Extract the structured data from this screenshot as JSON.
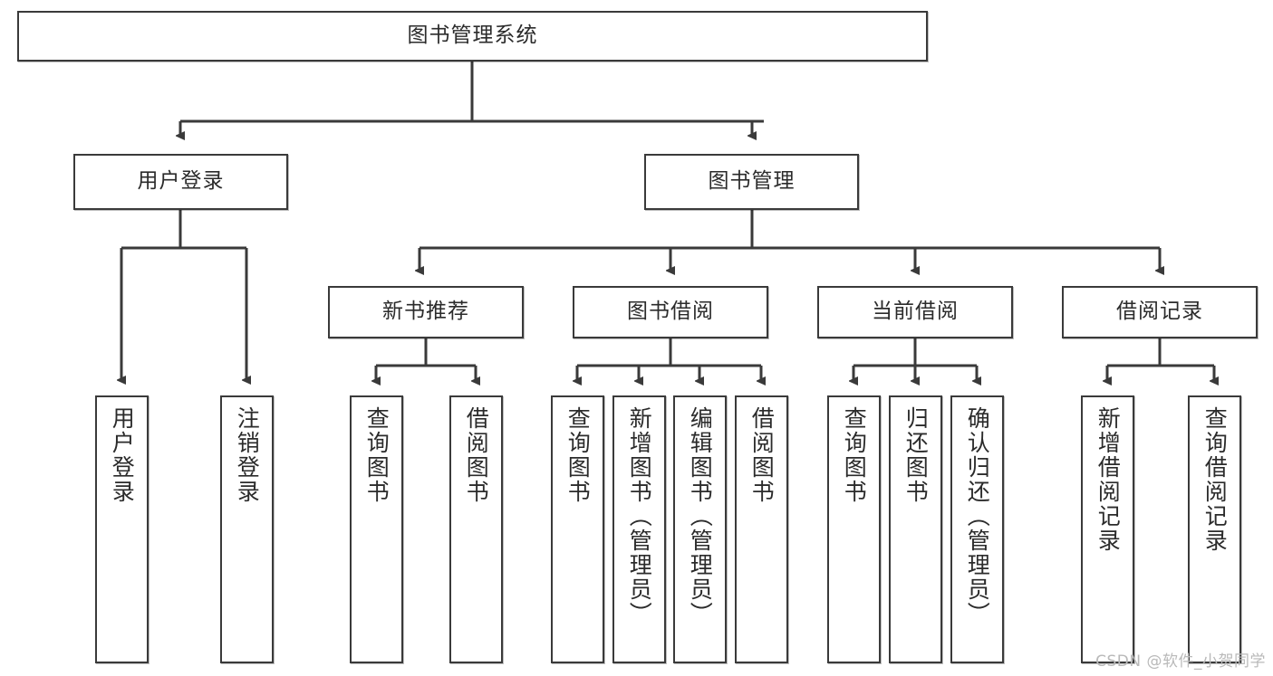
{
  "diagram": {
    "title": "图书管理系统",
    "watermark": "CSDN @软件_小贺同学",
    "accent_color": "#3a3a3a",
    "background_color": "#ffffff",
    "nodes": {
      "root": {
        "label": "图书管理系统"
      },
      "user_login": {
        "label": "用户登录"
      },
      "book_manage": {
        "label": "图书管理"
      },
      "new_book_rec": {
        "label": "新书推荐"
      },
      "book_borrow": {
        "label": "图书借阅"
      },
      "current_borrow": {
        "label": "当前借阅"
      },
      "borrow_record": {
        "label": "借阅记录"
      },
      "leaf_user_login": {
        "label": "用户登录"
      },
      "leaf_logout": {
        "label": "注销登录"
      },
      "leaf_query_book_1": {
        "label": "查询图书"
      },
      "leaf_borrow_book_1": {
        "label": "借阅图书"
      },
      "leaf_query_book_2": {
        "label": "查询图书"
      },
      "leaf_add_book": {
        "label": "新增图书（管理员）"
      },
      "leaf_edit_book": {
        "label": "编辑图书（管理员）"
      },
      "leaf_borrow_book_2": {
        "label": "借阅图书"
      },
      "leaf_query_book_3": {
        "label": "查询图书"
      },
      "leaf_return_book": {
        "label": "归还图书"
      },
      "leaf_confirm_return": {
        "label": "确认归还（管理员）"
      },
      "leaf_add_record": {
        "label": "新增借阅记录"
      },
      "leaf_query_record": {
        "label": "查询借阅记录"
      }
    }
  }
}
